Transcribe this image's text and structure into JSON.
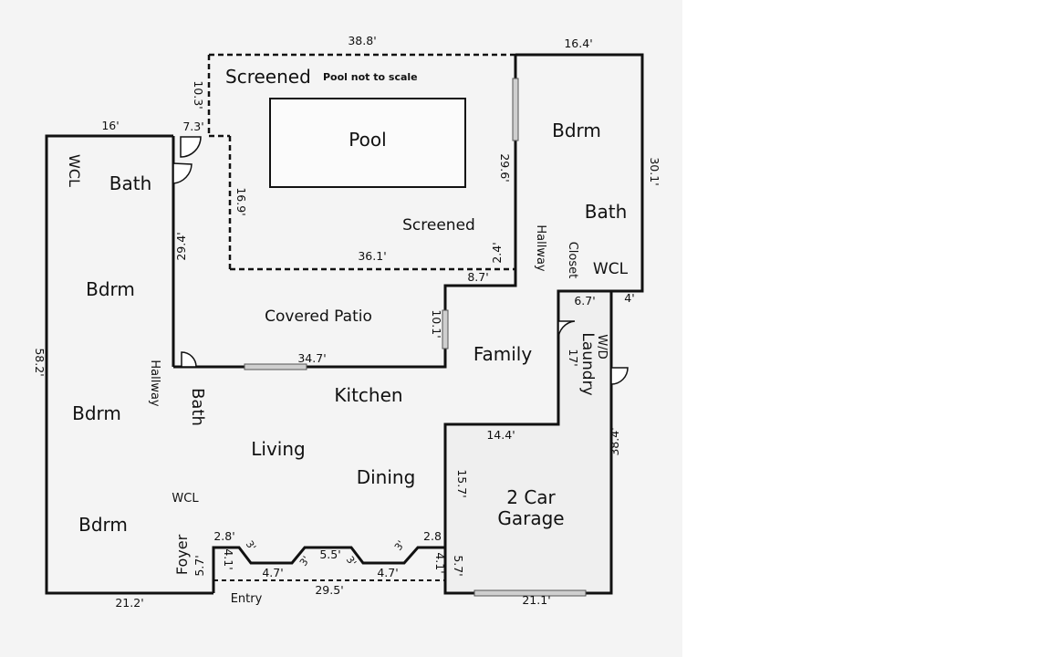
{
  "rooms": {
    "screened_top": "Screened",
    "pool_note": "Pool not to scale",
    "pool": "Pool",
    "screened_lower": "Screened",
    "covered_patio": "Covered Patio",
    "family": "Family",
    "kitchen": "Kitchen",
    "living": "Living",
    "dining": "Dining",
    "garage_line1": "2 Car",
    "garage_line2": "Garage",
    "foyer": "Foyer",
    "entry": "Entry",
    "wcl_left": "WCL",
    "bath_top_left": "Bath",
    "bdrm_left_1": "Bdrm",
    "bdrm_left_2": "Bdrm",
    "bdrm_left_3": "Bdrm",
    "hallway_left": "Hallway",
    "bath_mid": "Bath",
    "wcl_mid": "WCL",
    "bdrm_right": "Bdrm",
    "bath_right": "Bath",
    "hallway_right": "Hallway",
    "closet": "Closet",
    "wcl_right": "WCL",
    "laundry": "Laundry",
    "wd": "W/D"
  },
  "dimensions": {
    "top_screen": "38.8'",
    "top_right": "16.4'",
    "left_top": "16'",
    "screen_side": "10.3'",
    "notch": "7.3'",
    "right_bdrm": "30.1'",
    "pool_side": "29.6'",
    "screen_left": "16.9'",
    "screen_bottom": "36.1'",
    "step_small": "2.4'",
    "step_bottom": "8.7'",
    "patio_left": "29.4'",
    "left_wall": "58.2'",
    "patio_right": "10.1'",
    "patio_bottom": "34.7'",
    "laundry_top": "6.7'",
    "laundry_4": "4'",
    "laundry_len": "17'",
    "garage_top": "14.4'",
    "garage_right": "38.4'",
    "garage_left": "15.7'",
    "garage_bottom": "21.1'",
    "bottom_left": "21.2'",
    "entry_width": "29.5'",
    "foyer_left": "5.7'",
    "foyer_right": "5.7'",
    "front_2_8_l": "2.8'",
    "front_2_8_r": "2.8",
    "front_4_1_l": "4.1'",
    "front_4_1_r": "4.1'",
    "front_3_a": "3'",
    "front_3_b": "3'",
    "front_3_c": "3'",
    "front_3_d": "3'",
    "front_4_7_l": "4.7'",
    "front_4_7_r": "4.7'",
    "front_5_5": "5.5'"
  }
}
